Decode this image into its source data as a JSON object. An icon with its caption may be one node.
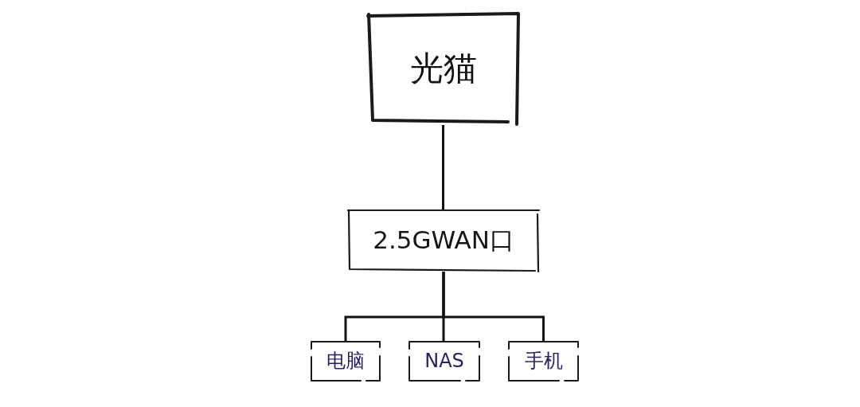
{
  "diagram": {
    "nodes": [
      {
        "text": [
          "光猫"
        ]
      },
      {
        "text": [
          "2.5GWAN口"
        ]
      },
      {
        "text": [
          "电脑"
        ]
      },
      {
        "text": [
          "NAS"
        ]
      },
      {
        "text": [
          "手机"
        ]
      }
    ],
    "edges": [
      {
        "from": 0,
        "to": 1,
        "arrow": "none"
      },
      {
        "from": 1,
        "to": 2,
        "arrow": "none"
      },
      {
        "from": 1,
        "to": 3,
        "arrow": "none"
      },
      {
        "from": 1,
        "to": 4,
        "arrow": "none"
      }
    ]
  }
}
